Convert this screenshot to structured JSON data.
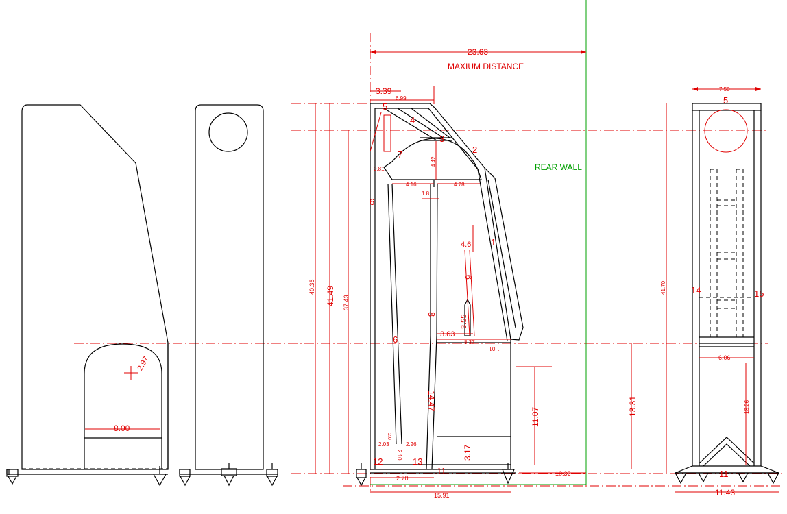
{
  "colors": {
    "outline": "#000000",
    "dimension": "#e00000",
    "wall": "#00a000"
  },
  "views": {
    "front_left": {
      "dims": {
        "port_radius": "2.97",
        "port_width": "8.00"
      }
    },
    "side_section": {
      "title_dim": "23.63",
      "title_note": "MAXIUM DISTANCE",
      "rear_wall_label": "REAR WALL",
      "dims": {
        "top_offset": "3.39",
        "top_width": "6.99",
        "height_total": "40.36",
        "height_outer": "41.49",
        "height_inner": "37.43",
        "d_081": "0.81",
        "d_442": "4.42",
        "d_416": "4.16",
        "d_478": "4.78",
        "d_18": "1.8",
        "d_46": "4.6",
        "d_355": "3.55",
        "d_363": "3.63",
        "d_837": "8.37",
        "d_101": "1.01",
        "d_1447": "14.47",
        "d_1107": "11.07",
        "d_1331": "13.31",
        "d_317": "3.17",
        "d_203": "2.03",
        "d_226": "2.26",
        "d_210": "2.10",
        "d_270": "2.70",
        "d_1591": "15.91",
        "d_1032": "10.32",
        "d_small": "2.0"
      },
      "parts": {
        "p1": "1",
        "p2": "2",
        "p3": "3",
        "p4": "4",
        "p5": "5",
        "p6a": "6",
        "p6b": "6",
        "p7": "7",
        "p8": "8",
        "p9": "9",
        "p11": "11",
        "p12": "12",
        "p13": "13"
      }
    },
    "back_view": {
      "dims": {
        "top_width": "7.50",
        "height": "41.70",
        "inner_width": "6.06",
        "lower_height": "13.26",
        "base_width": "11.43"
      },
      "parts": {
        "p5": "5",
        "p14": "14",
        "p15": "15",
        "p11": "11"
      }
    }
  }
}
